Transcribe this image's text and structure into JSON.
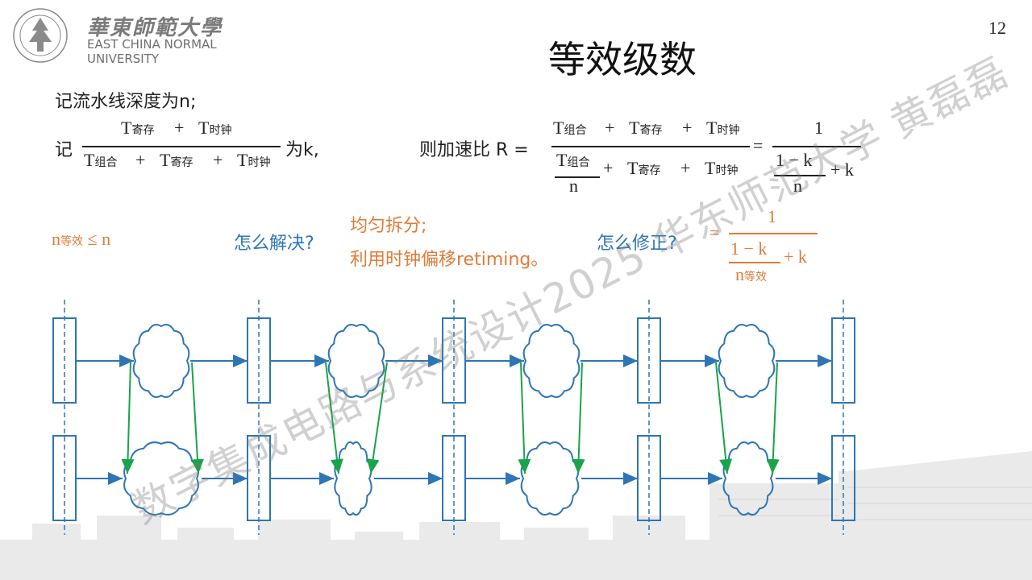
{
  "header": {
    "logo_cn": "華東師範大學",
    "logo_en_line1": "EAST CHINA NORMAL",
    "logo_en_line2": "UNIVERSITY",
    "page_number": "12",
    "title": "等效级数"
  },
  "content": {
    "line1": "记流水线深度为n;",
    "k_def_prefix": "记",
    "k_def_suffix": "为k,",
    "speedup_prefix": "则加速比 R =",
    "n_eff_le": "≤ n",
    "question1": "怎么解决?",
    "answer_line1": "均匀拆分;",
    "answer_line2": "利用时钟偏移retiming。",
    "question2": "怎么修正?",
    "eq": "=",
    "plus": "+",
    "one": "1",
    "one_minus_k": "1 − k",
    "plus_k": "+ k",
    "n": "n",
    "T": "T",
    "sub_reg": "寄存",
    "sub_clk": "时钟",
    "sub_comb": "组合",
    "sub_eff": "等效"
  },
  "watermark": "数字集成电路与系统设计2025 华东师范大学 黄磊磊",
  "colors": {
    "orange": "#e07b39",
    "blue": "#2e75b6",
    "green": "#1aa34a"
  }
}
